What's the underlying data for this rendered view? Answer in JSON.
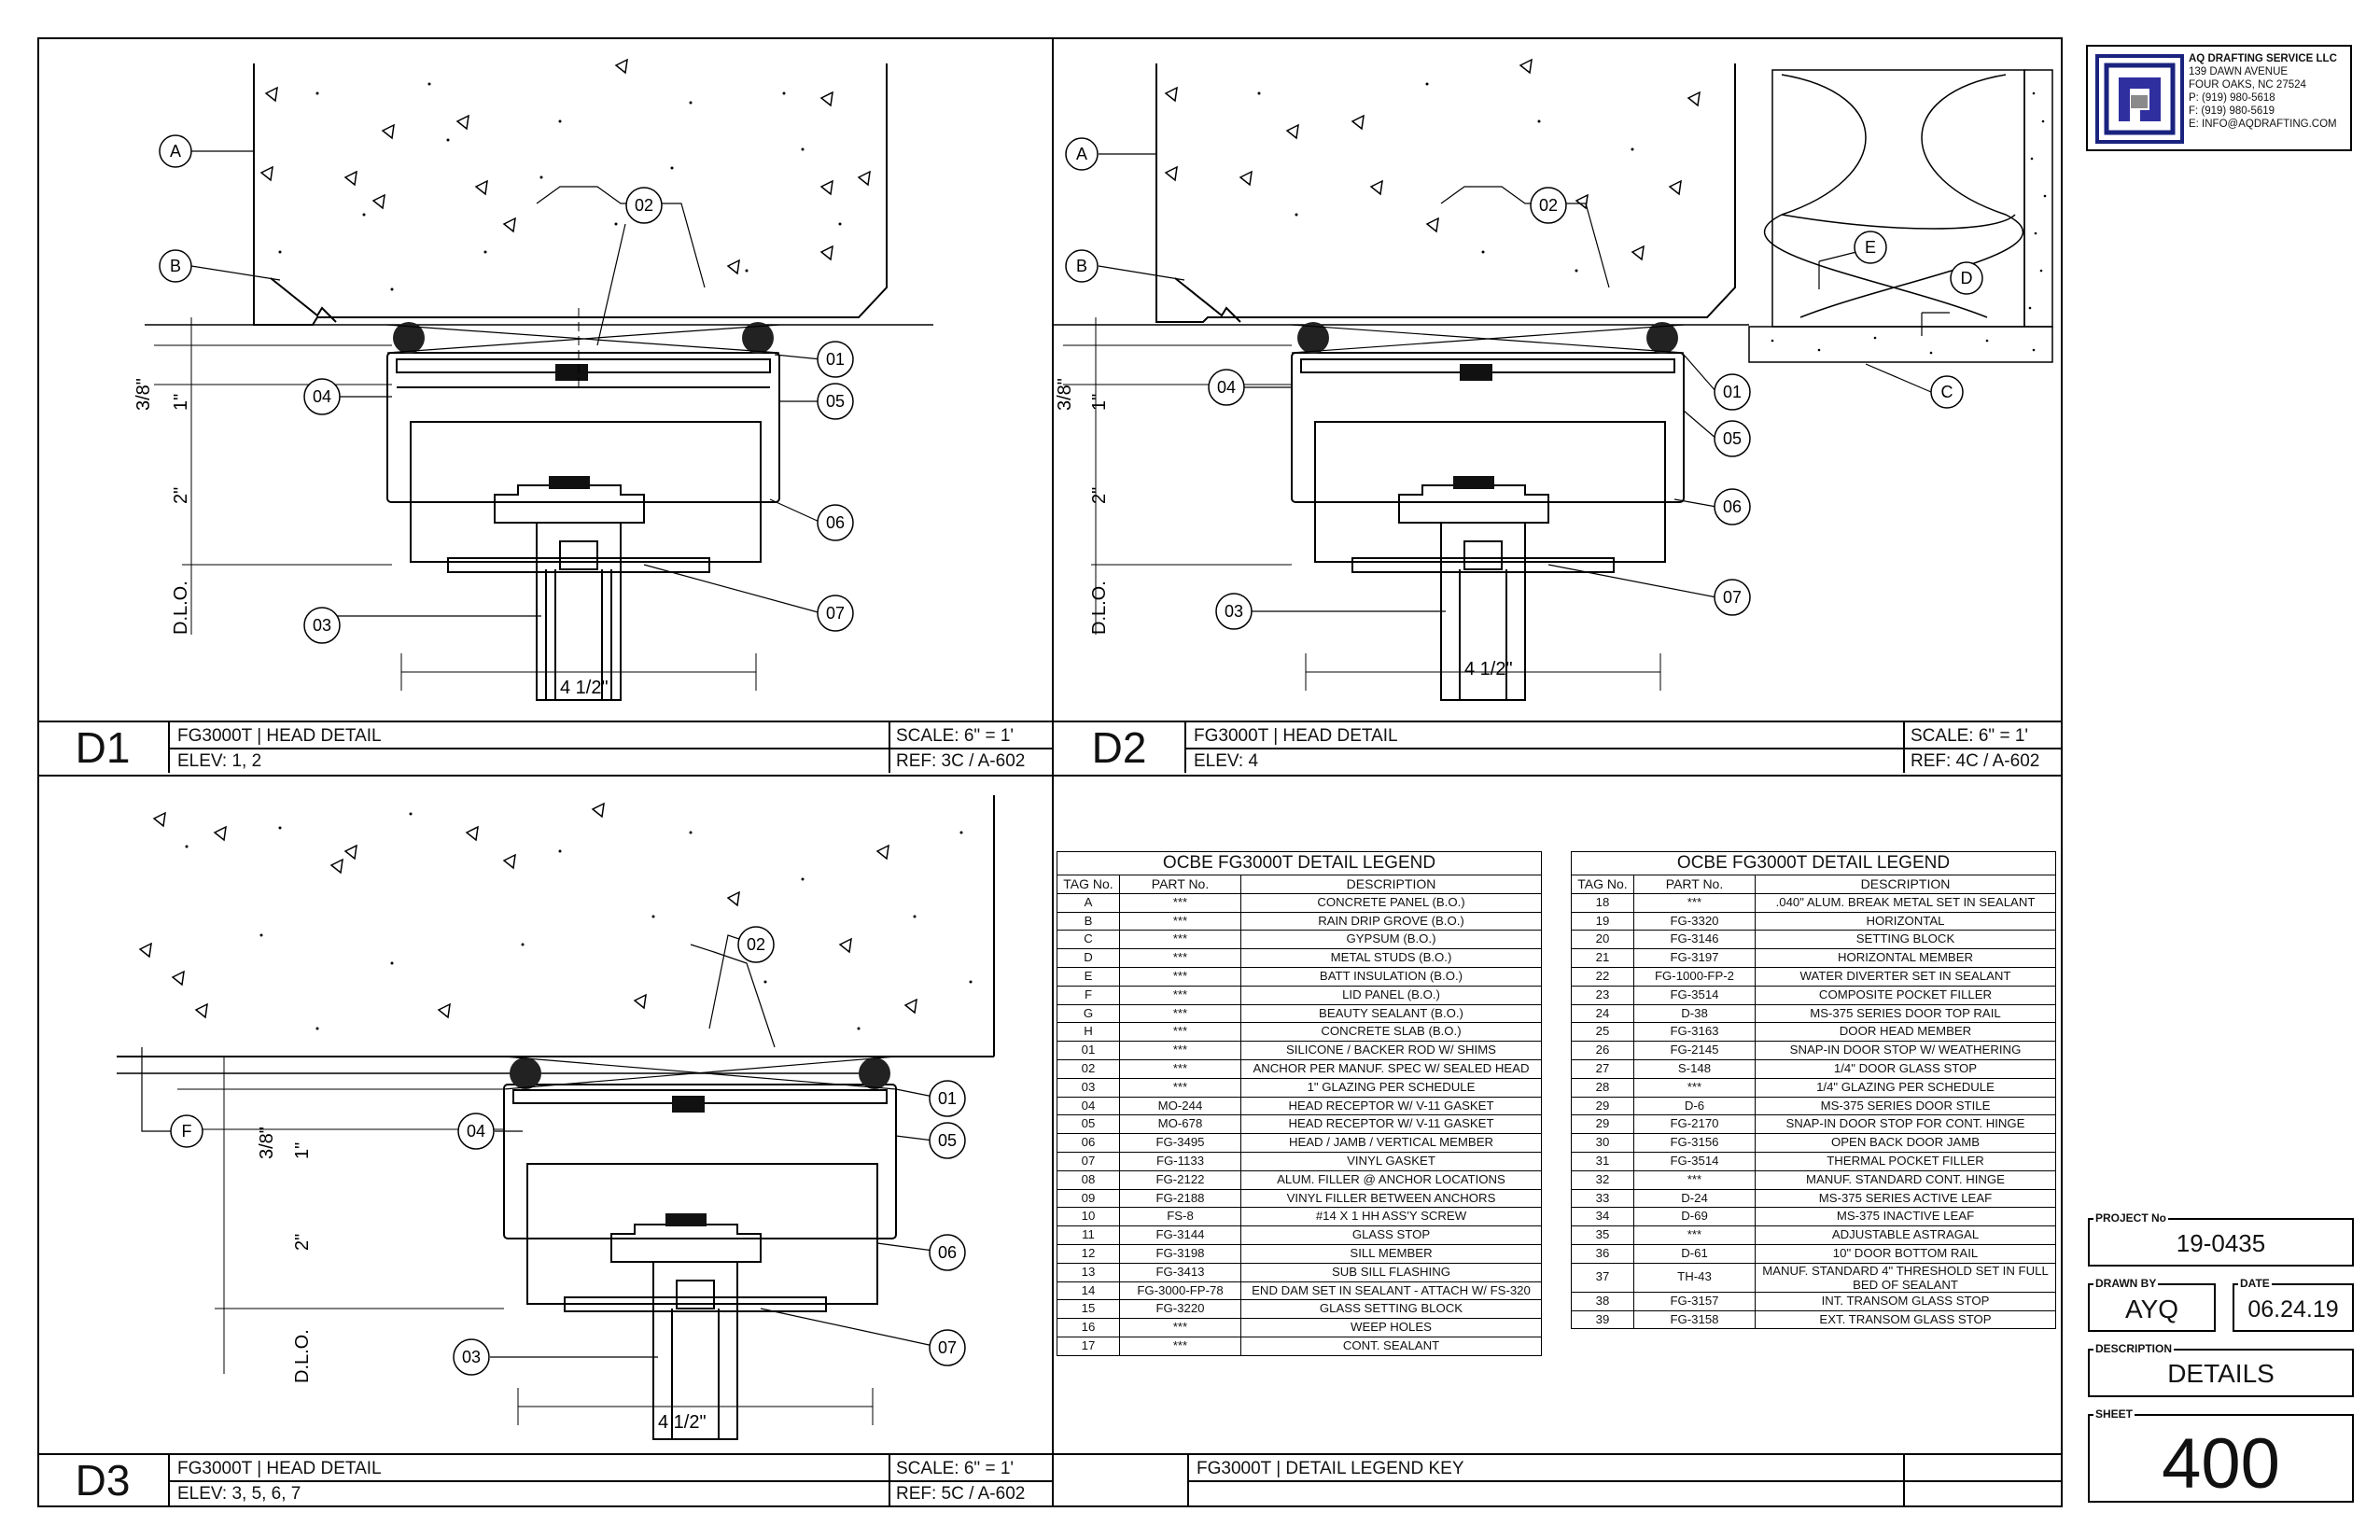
{
  "company": {
    "name": "AQ DRAFTING SERVICE LLC",
    "address1": "139 DAWN AVENUE",
    "address2": "FOUR OAKS, NC 27524",
    "phone": "P: (919) 980-5618",
    "fax": "F: (919) 980-5619",
    "email": "E: INFO@AQDRAFTING.COM"
  },
  "details": [
    {
      "id": "D1",
      "title": "FG3000T | HEAD DETAIL",
      "elev": "ELEV: 1, 2",
      "scale": "SCALE: 6\" = 1'",
      "ref": "REF: 3C / A-602"
    },
    {
      "id": "D2",
      "title": "FG3000T | HEAD DETAIL",
      "elev": "ELEV: 4",
      "scale": "SCALE: 6\" = 1'",
      "ref": "REF: 4C / A-602"
    },
    {
      "id": "D3",
      "title": "FG3000T | HEAD DETAIL",
      "elev": "ELEV: 3, 5, 6, 7",
      "scale": "SCALE: 6\" = 1'",
      "ref": "REF: 5C / A-602"
    }
  ],
  "legend_key_title": "FG3000T | DETAIL LEGEND KEY",
  "dims": {
    "d38": "3/8\"",
    "d1": "1\"",
    "d2": "2\"",
    "dlo": "D.L.O.",
    "width": "4 1/2\""
  },
  "tags": {
    "A": "A",
    "B": "B",
    "C": "C",
    "D": "D",
    "E": "E",
    "F": "F",
    "t01": "01",
    "t02": "02",
    "t03": "03",
    "t04": "04",
    "t05": "05",
    "t06": "06",
    "t07": "07"
  },
  "legend": {
    "title": "OCBE FG3000T DETAIL LEGEND",
    "headers": [
      "TAG No.",
      "PART No.",
      "DESCRIPTION"
    ],
    "left_rows": [
      [
        "A",
        "***",
        "CONCRETE PANEL (B.O.)"
      ],
      [
        "B",
        "***",
        "RAIN DRIP GROVE (B.O.)"
      ],
      [
        "C",
        "***",
        "GYPSUM (B.O.)"
      ],
      [
        "D",
        "***",
        "METAL STUDS (B.O.)"
      ],
      [
        "E",
        "***",
        "BATT INSULATION (B.O.)"
      ],
      [
        "F",
        "***",
        "LID PANEL (B.O.)"
      ],
      [
        "G",
        "***",
        "BEAUTY SEALANT (B.O.)"
      ],
      [
        "H",
        "***",
        "CONCRETE SLAB (B.O.)"
      ],
      [
        "01",
        "***",
        "SILICONE / BACKER ROD W/ SHIMS"
      ],
      [
        "02",
        "***",
        "ANCHOR PER MANUF. SPEC W/ SEALED HEAD"
      ],
      [
        "03",
        "***",
        "1\" GLAZING PER SCHEDULE"
      ],
      [
        "04",
        "MO-244",
        "HEAD RECEPTOR W/ V-11 GASKET"
      ],
      [
        "05",
        "MO-678",
        "HEAD RECEPTOR W/ V-11 GASKET"
      ],
      [
        "06",
        "FG-3495",
        "HEAD / JAMB / VERTICAL MEMBER"
      ],
      [
        "07",
        "FG-1133",
        "VINYL GASKET"
      ],
      [
        "08",
        "FG-2122",
        "ALUM. FILLER @ ANCHOR LOCATIONS"
      ],
      [
        "09",
        "FG-2188",
        "VINYL FILLER BETWEEN ANCHORS"
      ],
      [
        "10",
        "FS-8",
        "#14 X 1 HH ASS'Y SCREW"
      ],
      [
        "11",
        "FG-3144",
        "GLASS STOP"
      ],
      [
        "12",
        "FG-3198",
        "SILL MEMBER"
      ],
      [
        "13",
        "FG-3413",
        "SUB SILL FLASHING"
      ],
      [
        "14",
        "FG-3000-FP-78",
        "END DAM SET IN SEALANT - ATTACH W/ FS-320"
      ],
      [
        "15",
        "FG-3220",
        "GLASS SETTING BLOCK"
      ],
      [
        "16",
        "***",
        "WEEP HOLES"
      ],
      [
        "17",
        "***",
        "CONT. SEALANT"
      ]
    ],
    "right_rows": [
      [
        "18",
        "***",
        ".040\" ALUM. BREAK METAL SET IN SEALANT"
      ],
      [
        "19",
        "FG-3320",
        "HORIZONTAL"
      ],
      [
        "20",
        "FG-3146",
        "SETTING BLOCK"
      ],
      [
        "21",
        "FG-3197",
        "HORIZONTAL MEMBER"
      ],
      [
        "22",
        "FG-1000-FP-2",
        "WATER DIVERTER SET IN SEALANT"
      ],
      [
        "23",
        "FG-3514",
        "COMPOSITE POCKET FILLER"
      ],
      [
        "24",
        "D-38",
        "MS-375 SERIES DOOR TOP RAIL"
      ],
      [
        "25",
        "FG-3163",
        "DOOR HEAD MEMBER"
      ],
      [
        "26",
        "FG-2145",
        "SNAP-IN DOOR STOP W/ WEATHERING"
      ],
      [
        "27",
        "S-148",
        "1/4\" DOOR GLASS STOP"
      ],
      [
        "28",
        "***",
        "1/4\" GLAZING PER SCHEDULE"
      ],
      [
        "29",
        "D-6",
        "MS-375 SERIES DOOR STILE"
      ],
      [
        "29",
        "FG-2170",
        "SNAP-IN DOOR STOP FOR CONT. HINGE"
      ],
      [
        "30",
        "FG-3156",
        "OPEN BACK DOOR JAMB"
      ],
      [
        "31",
        "FG-3514",
        "THERMAL POCKET FILLER"
      ],
      [
        "32",
        "***",
        "MANUF. STANDARD CONT. HINGE"
      ],
      [
        "33",
        "D-24",
        "MS-375 SERIES ACTIVE LEAF"
      ],
      [
        "34",
        "D-69",
        "MS-375 INACTIVE LEAF"
      ],
      [
        "35",
        "***",
        "ADJUSTABLE ASTRAGAL"
      ],
      [
        "36",
        "D-61",
        "10\" DOOR BOTTOM RAIL"
      ],
      [
        "37",
        "TH-43",
        "MANUF. STANDARD 4\" THRESHOLD SET IN FULL BED OF SEALANT"
      ],
      [
        "38",
        "FG-3157",
        "INT. TRANSOM GLASS STOP"
      ],
      [
        "39",
        "FG-3158",
        "EXT. TRANSOM GLASS STOP"
      ]
    ]
  },
  "title_block": {
    "project_label": "PROJECT No",
    "project_no": "19-0435",
    "drawn_label": "DRAWN BY",
    "drawn_by": "AYQ",
    "date_label": "DATE",
    "date": "06.24.19",
    "desc_label": "DESCRIPTION",
    "description": "DETAILS",
    "sheet_label": "SHEET",
    "sheet": "400"
  }
}
